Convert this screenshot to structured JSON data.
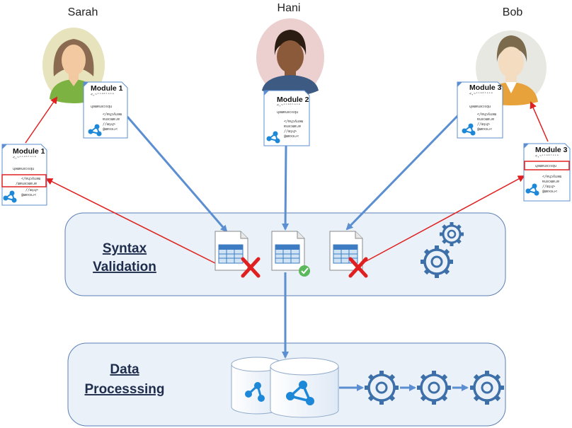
{
  "people": [
    {
      "name": "Sarah",
      "skin": "#f2c9a0",
      "hair": "#8a6b52",
      "shirt": "#7bb241",
      "bg": "#e6e3bd"
    },
    {
      "name": "Hani",
      "skin": "#8a5a3a",
      "hair": "#2c1d12",
      "shirt": "#3d5a82",
      "bg": "#eccfcf"
    },
    {
      "name": "Bob",
      "skin": "#f3dcbf",
      "hair": "#7c6a4c",
      "shirt": "#e8a23c",
      "bg": "#e8e8e3"
    }
  ],
  "modules": {
    "m1_top": "Module 1",
    "m2_top": "Module 2",
    "m3_top": "Module 3",
    "m1_side": "Module 1",
    "m3_side": "Module 3"
  },
  "stages": {
    "validation_line1": "Syntax",
    "validation_line2": "Validation",
    "processing_line1": "Data",
    "processing_line2": "Processsing"
  },
  "colors": {
    "flow": "#5b8fd1",
    "reject": "#e02020",
    "panel_fill": "#eaf1f9",
    "panel_stroke": "#5b7fb6",
    "gear": "#3d6fa8",
    "check": "#5cb85c"
  }
}
